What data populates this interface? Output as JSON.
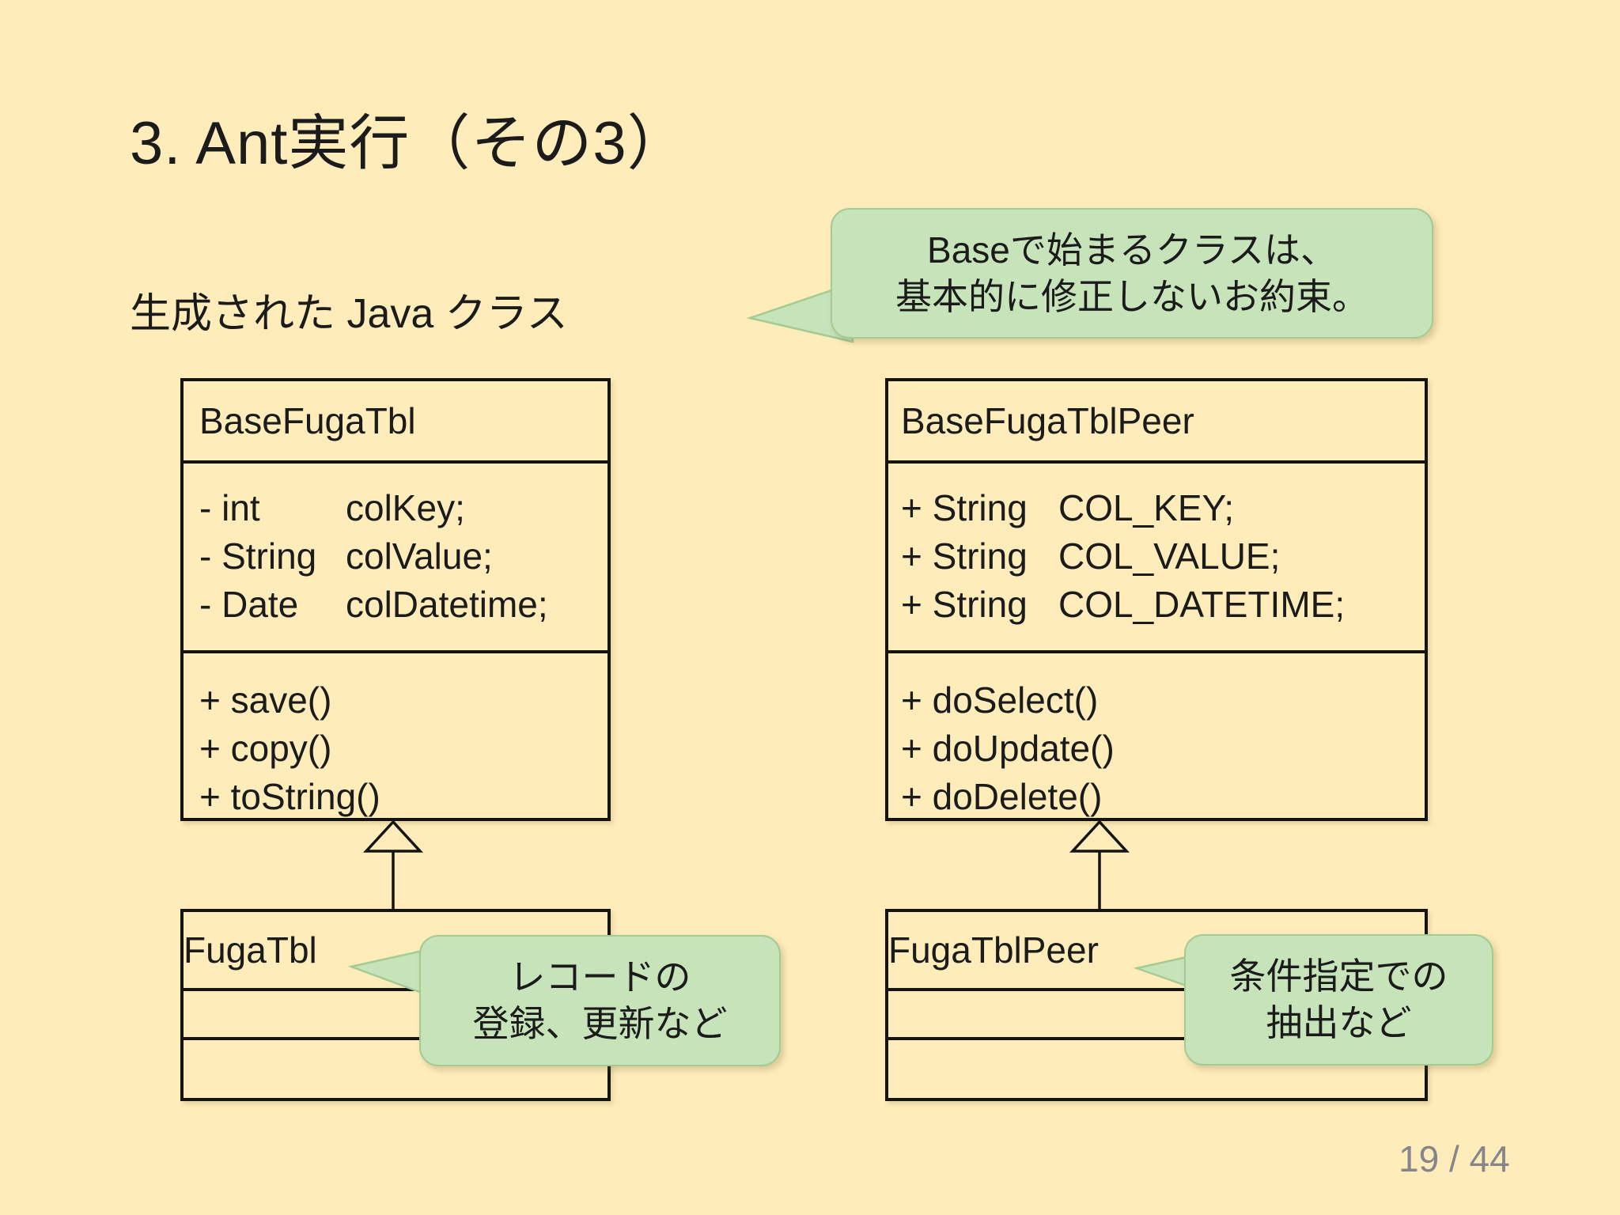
{
  "slide": {
    "title": "3. Ant実行（その3）",
    "subtitle": "生成された Java クラス",
    "page_number": "19 / 44"
  },
  "colors": {
    "background": "#feecba",
    "line": "#141414",
    "bubble_fill": "#c7e3ba",
    "bubble_border": "#a3cc93",
    "page_number_text": "#85858a"
  },
  "callouts": {
    "base_note": {
      "line1": "Baseで始まるクラスは、",
      "line2": "基本的に修正しないお約束。"
    },
    "record_note": {
      "line1": "レコードの",
      "line2": "登録、更新など"
    },
    "criteria_note": {
      "line1": "条件指定での",
      "line2": "抽出など"
    }
  },
  "uml": {
    "base_class": {
      "name": "BaseFugaTbl",
      "fields": [
        {
          "decl": "- int",
          "member": "colKey;"
        },
        {
          "decl": "- String",
          "member": "colValue;"
        },
        {
          "decl": "- Date",
          "member": "colDatetime;"
        }
      ],
      "methods": [
        "+ save()",
        "+ copy()",
        "+ toString()"
      ]
    },
    "peer_class": {
      "name": "BaseFugaTblPeer",
      "fields": [
        {
          "decl": "+ String",
          "member": "COL_KEY;"
        },
        {
          "decl": "+ String",
          "member": "COL_VALUE;"
        },
        {
          "decl": "+ String",
          "member": "COL_DATETIME;"
        }
      ],
      "methods": [
        "+ doSelect()",
        "+ doUpdate()",
        "+ doDelete()"
      ]
    },
    "sub_class": {
      "name": "FugaTbl"
    },
    "sub_peer_class": {
      "name": "FugaTblPeer"
    }
  }
}
